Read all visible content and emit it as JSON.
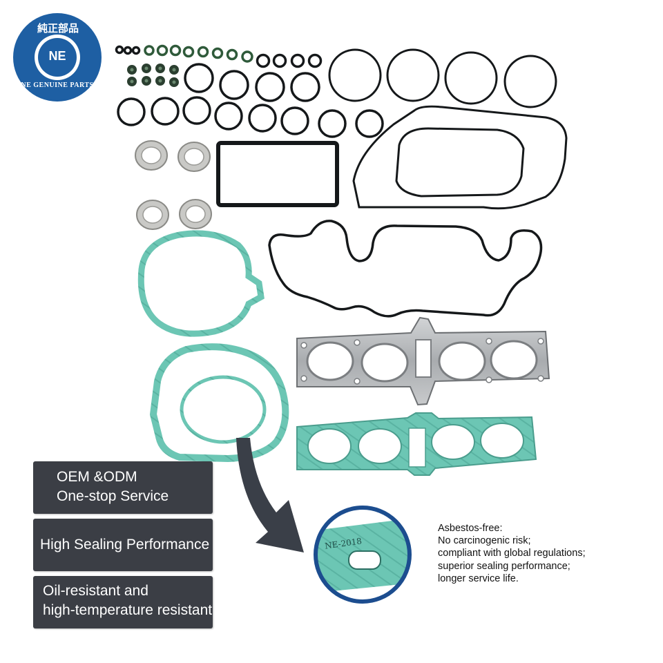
{
  "brand": {
    "logo_top_text": "純正部品",
    "logo_ring_text": "NE GENUINE PARTS",
    "logo_center_text": "NE",
    "badge_color": "#1e5fa3"
  },
  "features": [
    {
      "lines": [
        "OEM &ODM",
        "One-stop Service"
      ]
    },
    {
      "lines": [
        "High Sealing Performance"
      ]
    },
    {
      "lines": [
        "Oil-resistant and",
        "high-temperature resistant"
      ]
    }
  ],
  "zoom_callout": {
    "gasket_print": "NE-2018"
  },
  "note": {
    "lines": [
      "Asbestos-free:",
      "No carcinogenic risk;",
      "compliant with global regulations;",
      "superior sealing performance;",
      "longer service life."
    ]
  },
  "colors": {
    "gasket_teal": "#6cc6b4",
    "gasket_steel": "#b9bcbf",
    "rubber": "#15181a",
    "feature_box": "#3b3e45",
    "arrow": "#3a3f48",
    "callout_ring": "#1c4d8f"
  }
}
